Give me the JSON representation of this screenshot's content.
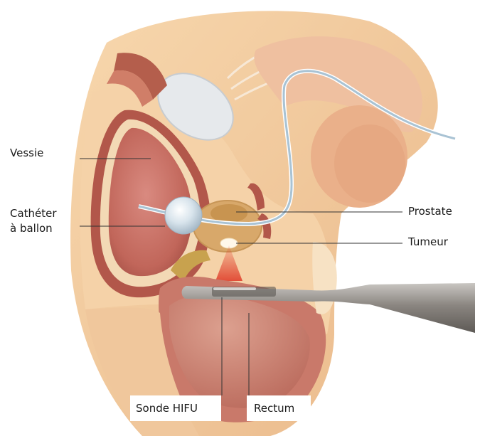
{
  "labels": {
    "vessie": "Vessie",
    "catheter_line1": "Cathéter",
    "catheter_line2": "à ballon",
    "prostate": "Prostate",
    "tumeur": "Tumeur",
    "sonde": "Sonde HIFU",
    "rectum": "Rectum"
  },
  "colors": {
    "skin": "#f2c89b",
    "bladder_wall": "#b2574a",
    "bladder_inner": "#d9827a",
    "prostate": "#d8a86a",
    "tumor": "#fff4dc",
    "probe": "#8e8a85",
    "beam": "#d23a2a",
    "catheter": "#c9dbe6",
    "fat": "#f7e2c4"
  }
}
